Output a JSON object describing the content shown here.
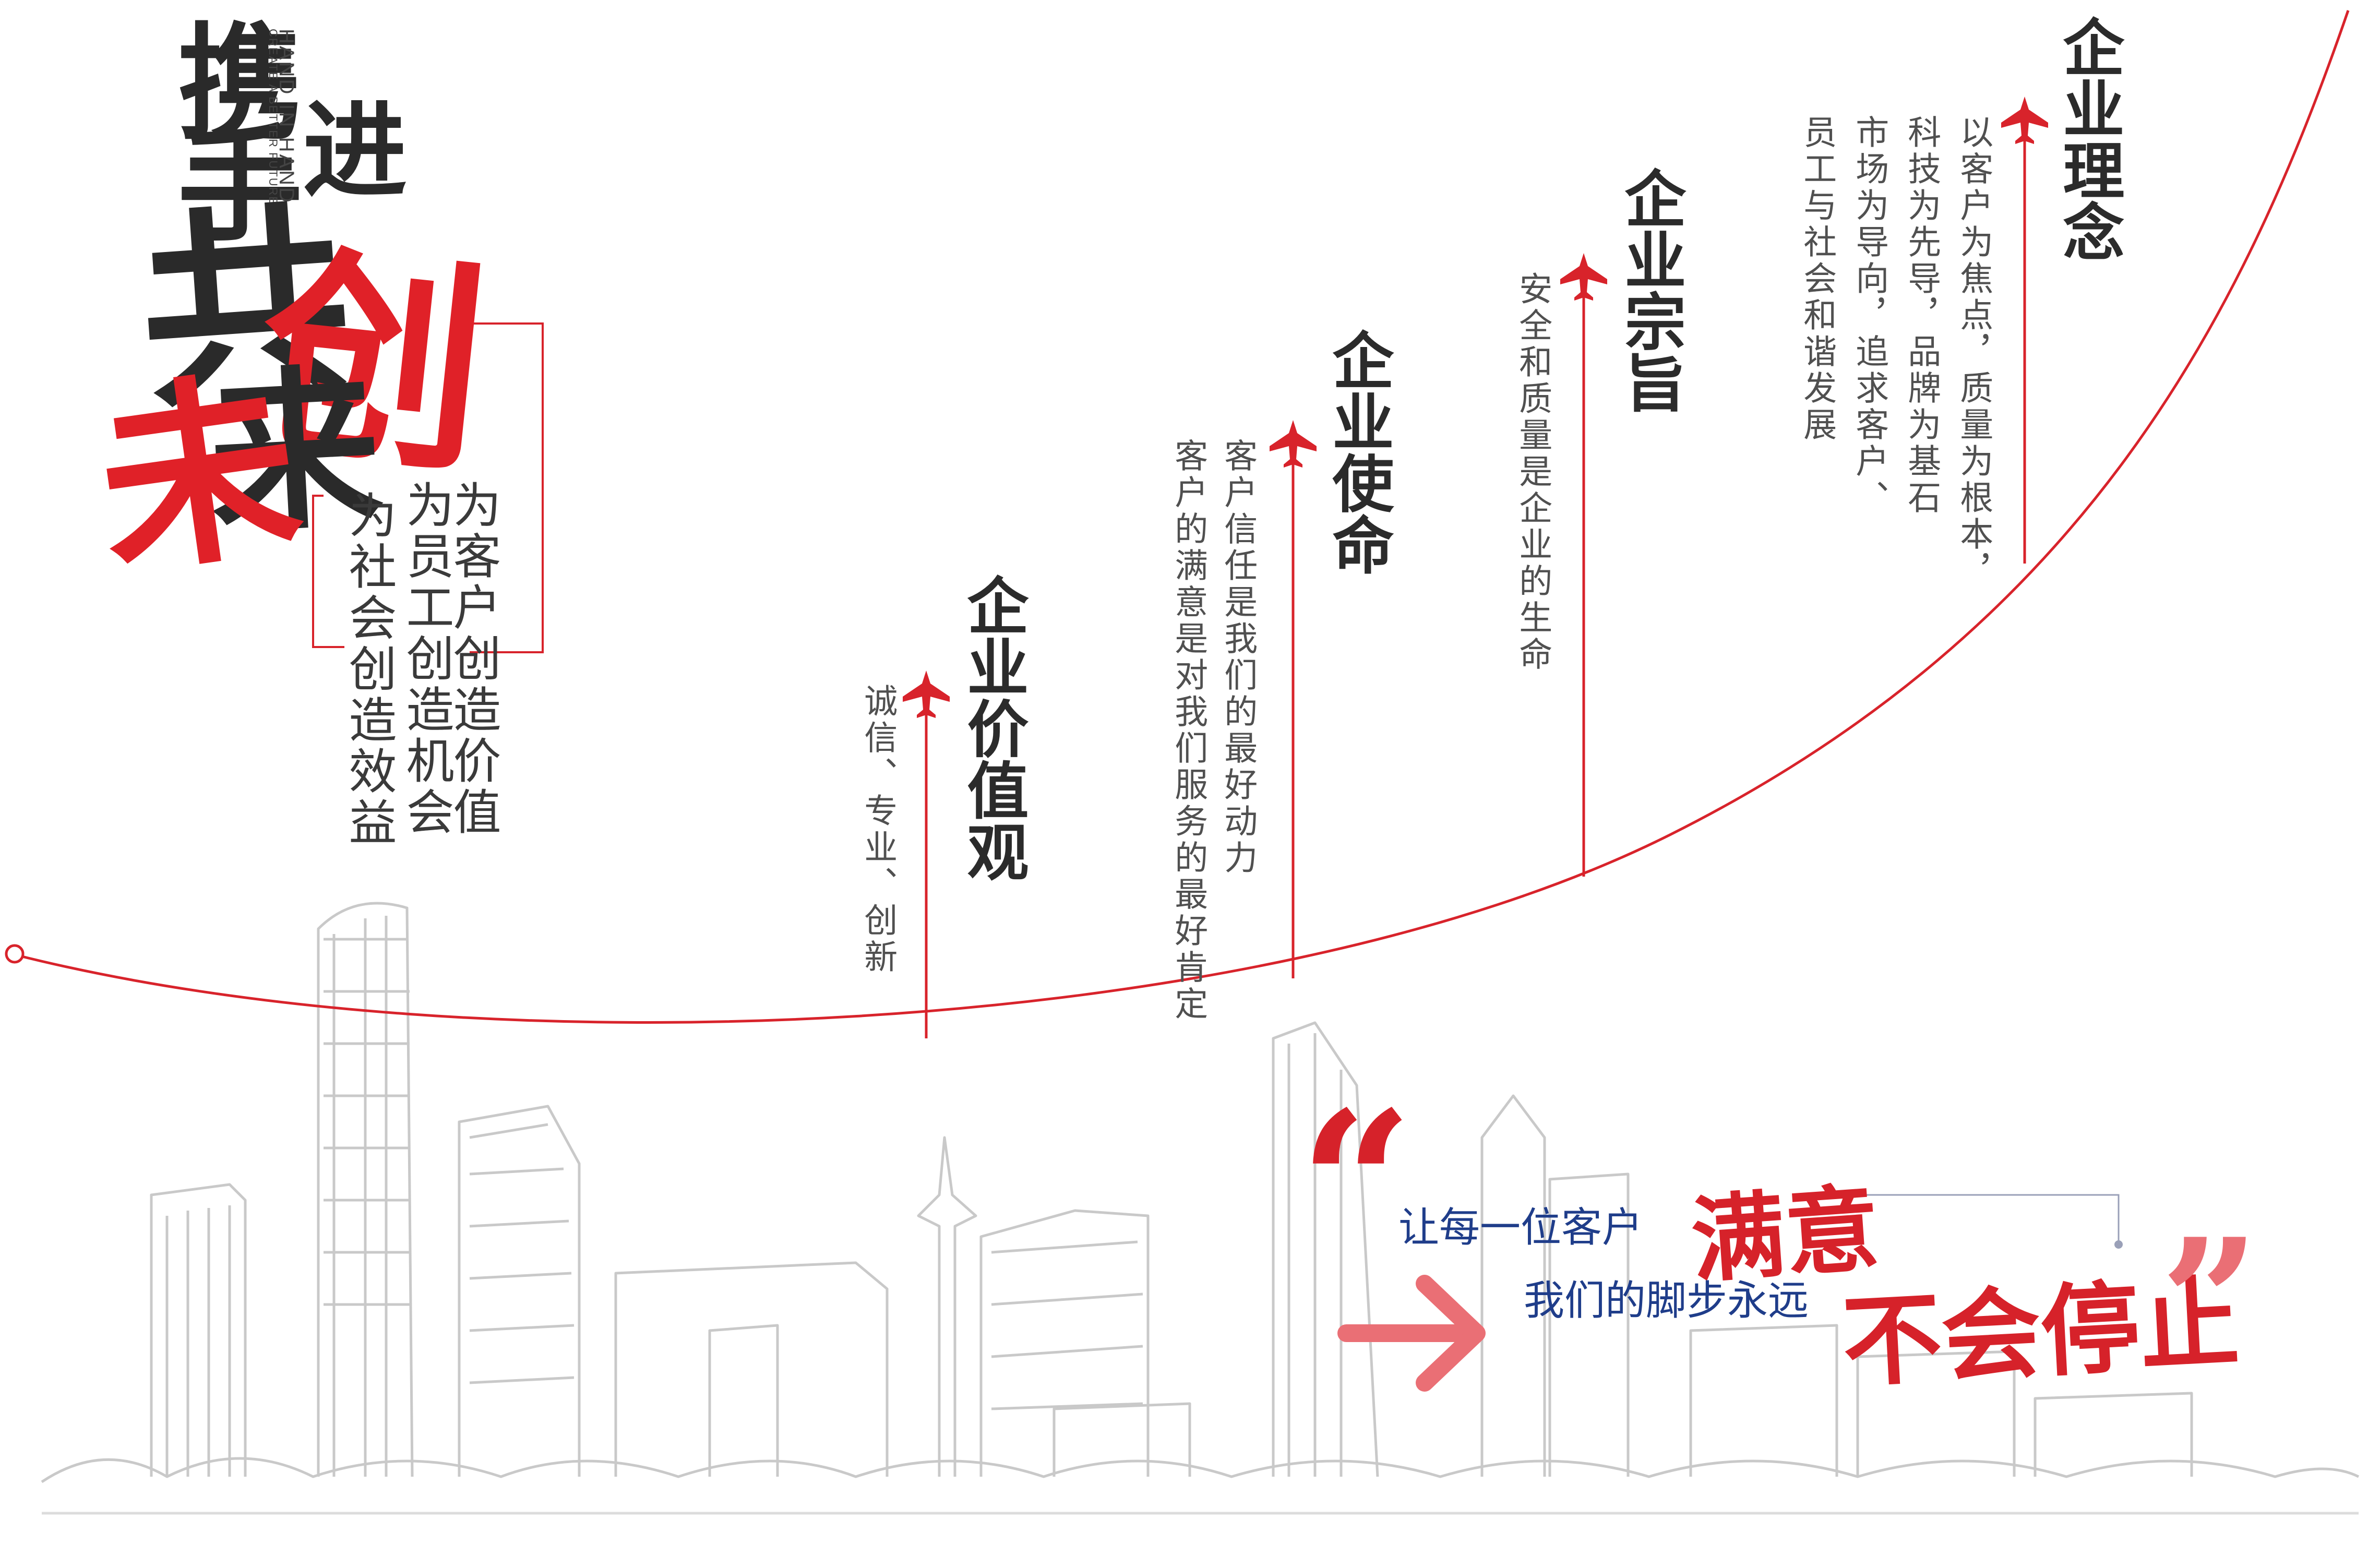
{
  "title": {
    "xie": "携",
    "shou": "手",
    "jin": "进",
    "hand_en": "HAND IN HAND",
    "hand_en_sub": "CREATE A BETTER FUTURE",
    "gong": "共",
    "chuang": "创",
    "lai": "来",
    "wei": "未"
  },
  "mission": {
    "line1": "为客户创造价值",
    "line2": "为员工创造机会",
    "line3": "为社会创造效益"
  },
  "values": [
    {
      "title": "企业价值观",
      "body": [
        "诚信、专业、创新"
      ]
    },
    {
      "title": "企业使命",
      "body": [
        "客户信任是我们的最好动力",
        "客户的满意是对我们服务的最好肯定"
      ]
    },
    {
      "title": "企业宗旨",
      "body": [
        "安全和质量是企业的生命"
      ]
    },
    {
      "title": "企业理念",
      "body": [
        "以客户为焦点，质量为根本，",
        "科技为先导，品牌为基石",
        "市场为导向，追求客户、",
        "员工与社会和谐发展"
      ]
    }
  ],
  "slogan": {
    "line1": "让每一位客户",
    "line1_red": "满意",
    "line2": "我们的脚步永远",
    "line2_red": "不会停止",
    "quote_open": "“",
    "quote_close": "”"
  },
  "colors": {
    "accent_red": "#e02128",
    "slogan_blue": "#1f3d8a",
    "sketch_gray": "#c8c8c8",
    "text_dark": "#3a3a3a"
  },
  "icons": [
    "airplane-icon",
    "arrow-right-icon",
    "skyline-sketch"
  ]
}
